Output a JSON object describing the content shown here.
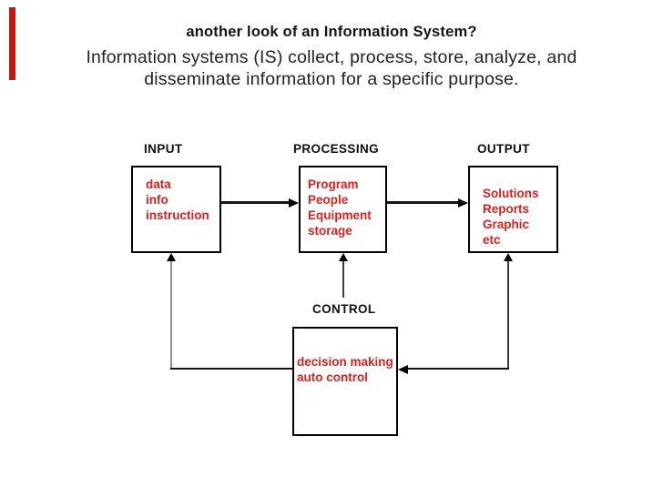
{
  "slide": {
    "title": "another look of an Information System?",
    "subtitle_line1": "Information systems (IS) collect, process, store, analyze, and",
    "subtitle_line2": "disseminate information for a specific purpose."
  },
  "diagram": {
    "input": {
      "label": "INPUT",
      "lines": [
        "data",
        "info",
        "instruction"
      ]
    },
    "processing": {
      "label": "PROCESSING",
      "lines": [
        "Program",
        "People",
        "Equipment",
        "storage"
      ]
    },
    "output": {
      "label": "OUTPUT",
      "lines": [
        "Solutions",
        "Reports",
        "Graphic",
        "etc"
      ]
    },
    "control": {
      "label": "CONTROL",
      "lines": [
        "decision making",
        "auto control"
      ]
    }
  },
  "colors": {
    "accent_bar": "#bf1b15",
    "box_text_red": "#dd1f1f",
    "line_black": "#141414",
    "feedback_gray": "#8f8f8f"
  }
}
